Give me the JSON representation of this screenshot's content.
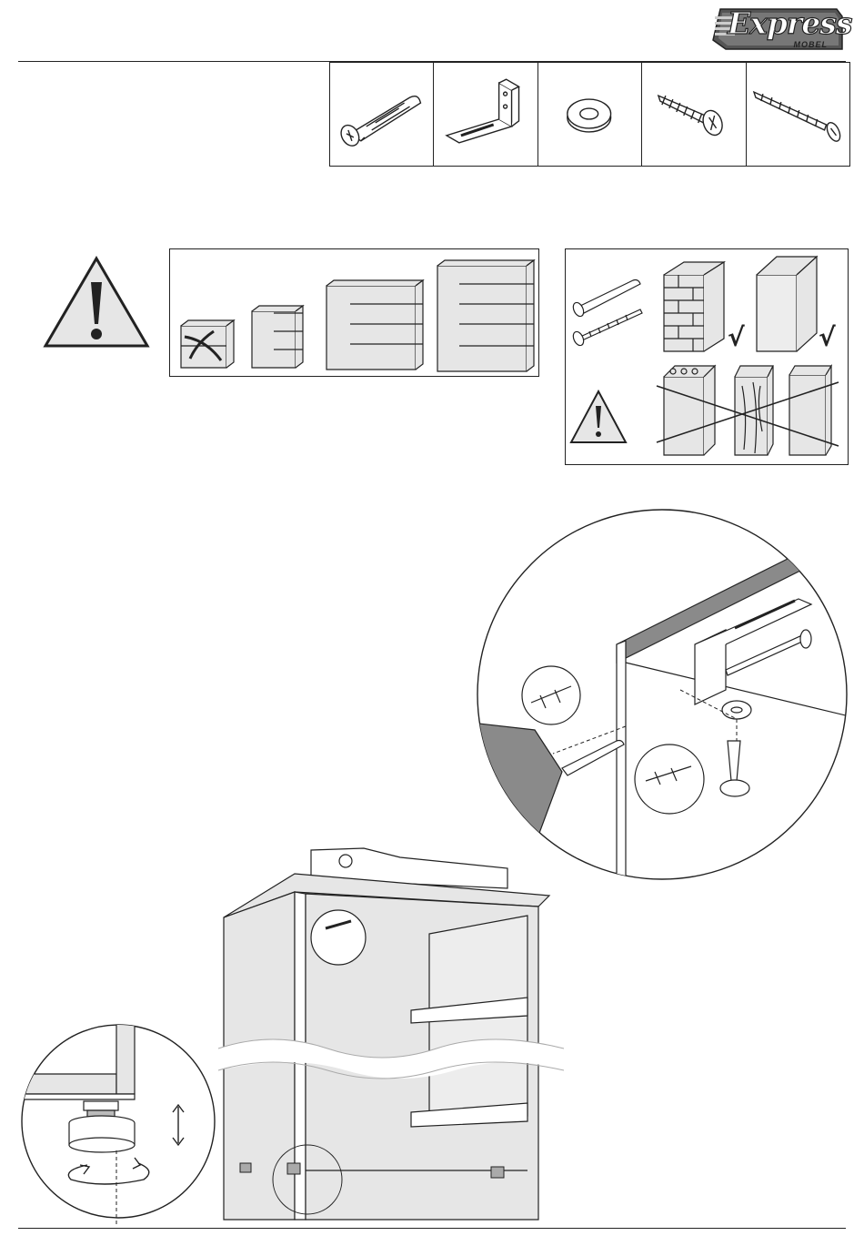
{
  "brand": {
    "logo_text": "Express",
    "logo_subtext": "MOBEL"
  },
  "parts": [
    {
      "icon": "wall-plug-icon"
    },
    {
      "icon": "angle-bracket-icon"
    },
    {
      "icon": "washer-icon"
    },
    {
      "icon": "short-screw-icon"
    },
    {
      "icon": "long-screw-icon"
    }
  ],
  "warning": {
    "icon": "warning-triangle-icon",
    "products": [
      "small-cabinet-crossed",
      "three-drawer-nightstand",
      "four-drawer-chest",
      "five-drawer-chest"
    ]
  },
  "wall_types": {
    "suitable": [
      "brick-wall",
      "solid-block-wall"
    ],
    "unsuitable": [
      "hollow-block-wall",
      "wood-panel-wall",
      "plasterboard-wall"
    ],
    "check_mark": "√"
  },
  "colors": {
    "line": "#222222",
    "panel_fill": "#e6e6e6",
    "dark_panel": "#8a8a8a"
  }
}
